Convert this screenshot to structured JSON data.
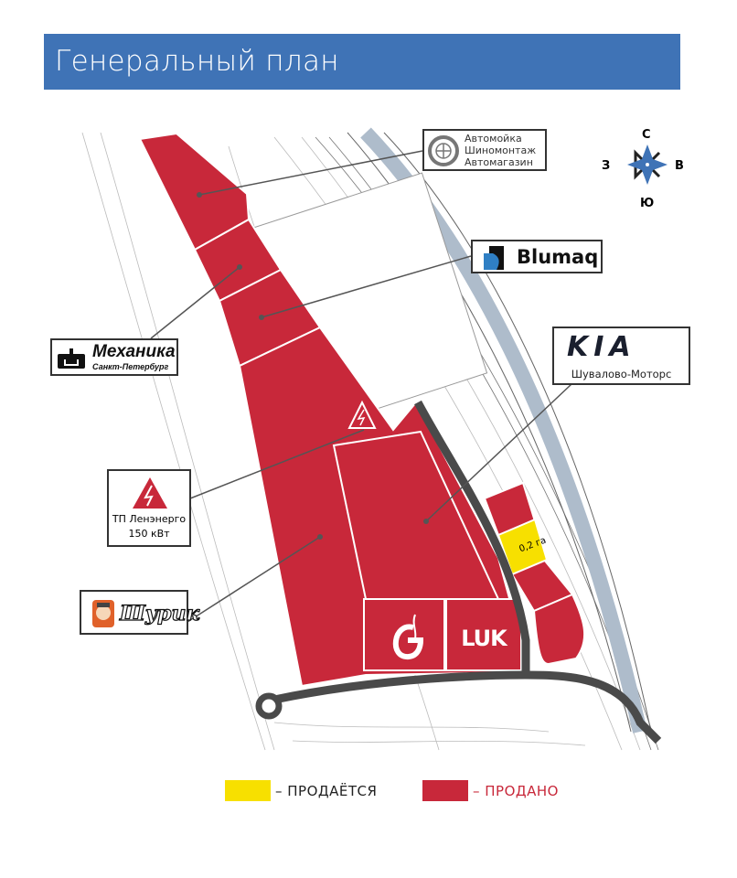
{
  "header": {
    "title": "Генеральный план"
  },
  "compass": {
    "north": "С",
    "south": "Ю",
    "west": "З",
    "east": "В"
  },
  "tenants": {
    "carwash": [
      "Автомойка",
      "Шиномонтаж",
      "Автомагазин"
    ],
    "blumaq": "Blumaq",
    "kia": {
      "logo": "KIA",
      "name": "Шувалово-Моторс"
    },
    "mehanika": {
      "name": "Механика",
      "sub": "Санкт-Петербург"
    },
    "substation": {
      "line1": "ТП Ленэнерго",
      "line2": "150 кВт"
    },
    "shurik": "Шурик",
    "gazprom": "G",
    "lukoil": "LUK"
  },
  "plot_for_sale": {
    "area": "0,2 га"
  },
  "legend": {
    "for_sale": "– ПРОДАЁТСЯ",
    "sold": "– ПРОДАНО"
  },
  "colors": {
    "header": "#3f73b6",
    "sold": "#c8283a",
    "for_sale": "#f7e000",
    "road": "#4a4a4a"
  }
}
